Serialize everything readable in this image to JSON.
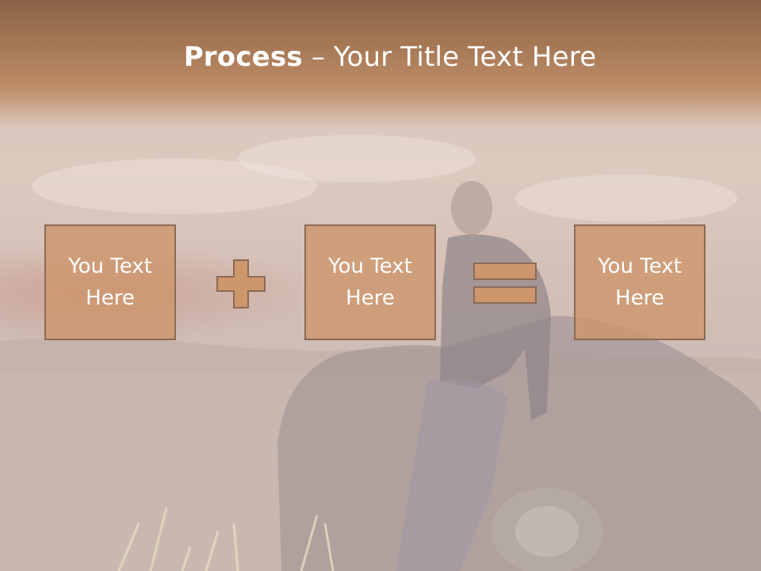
{
  "slide": {
    "title_bold": "Process",
    "title_rest": " – Your Title Text Here",
    "boxes": [
      {
        "text": "You Text Here"
      },
      {
        "text": "You Text Here"
      },
      {
        "text": "You Text Here"
      }
    ],
    "operators": [
      "plus-icon",
      "equals-icon"
    ]
  },
  "colors": {
    "header": "#a57755",
    "box_fill": "#cd966c",
    "box_border": "#8b6a55",
    "text": "#ffffff"
  }
}
